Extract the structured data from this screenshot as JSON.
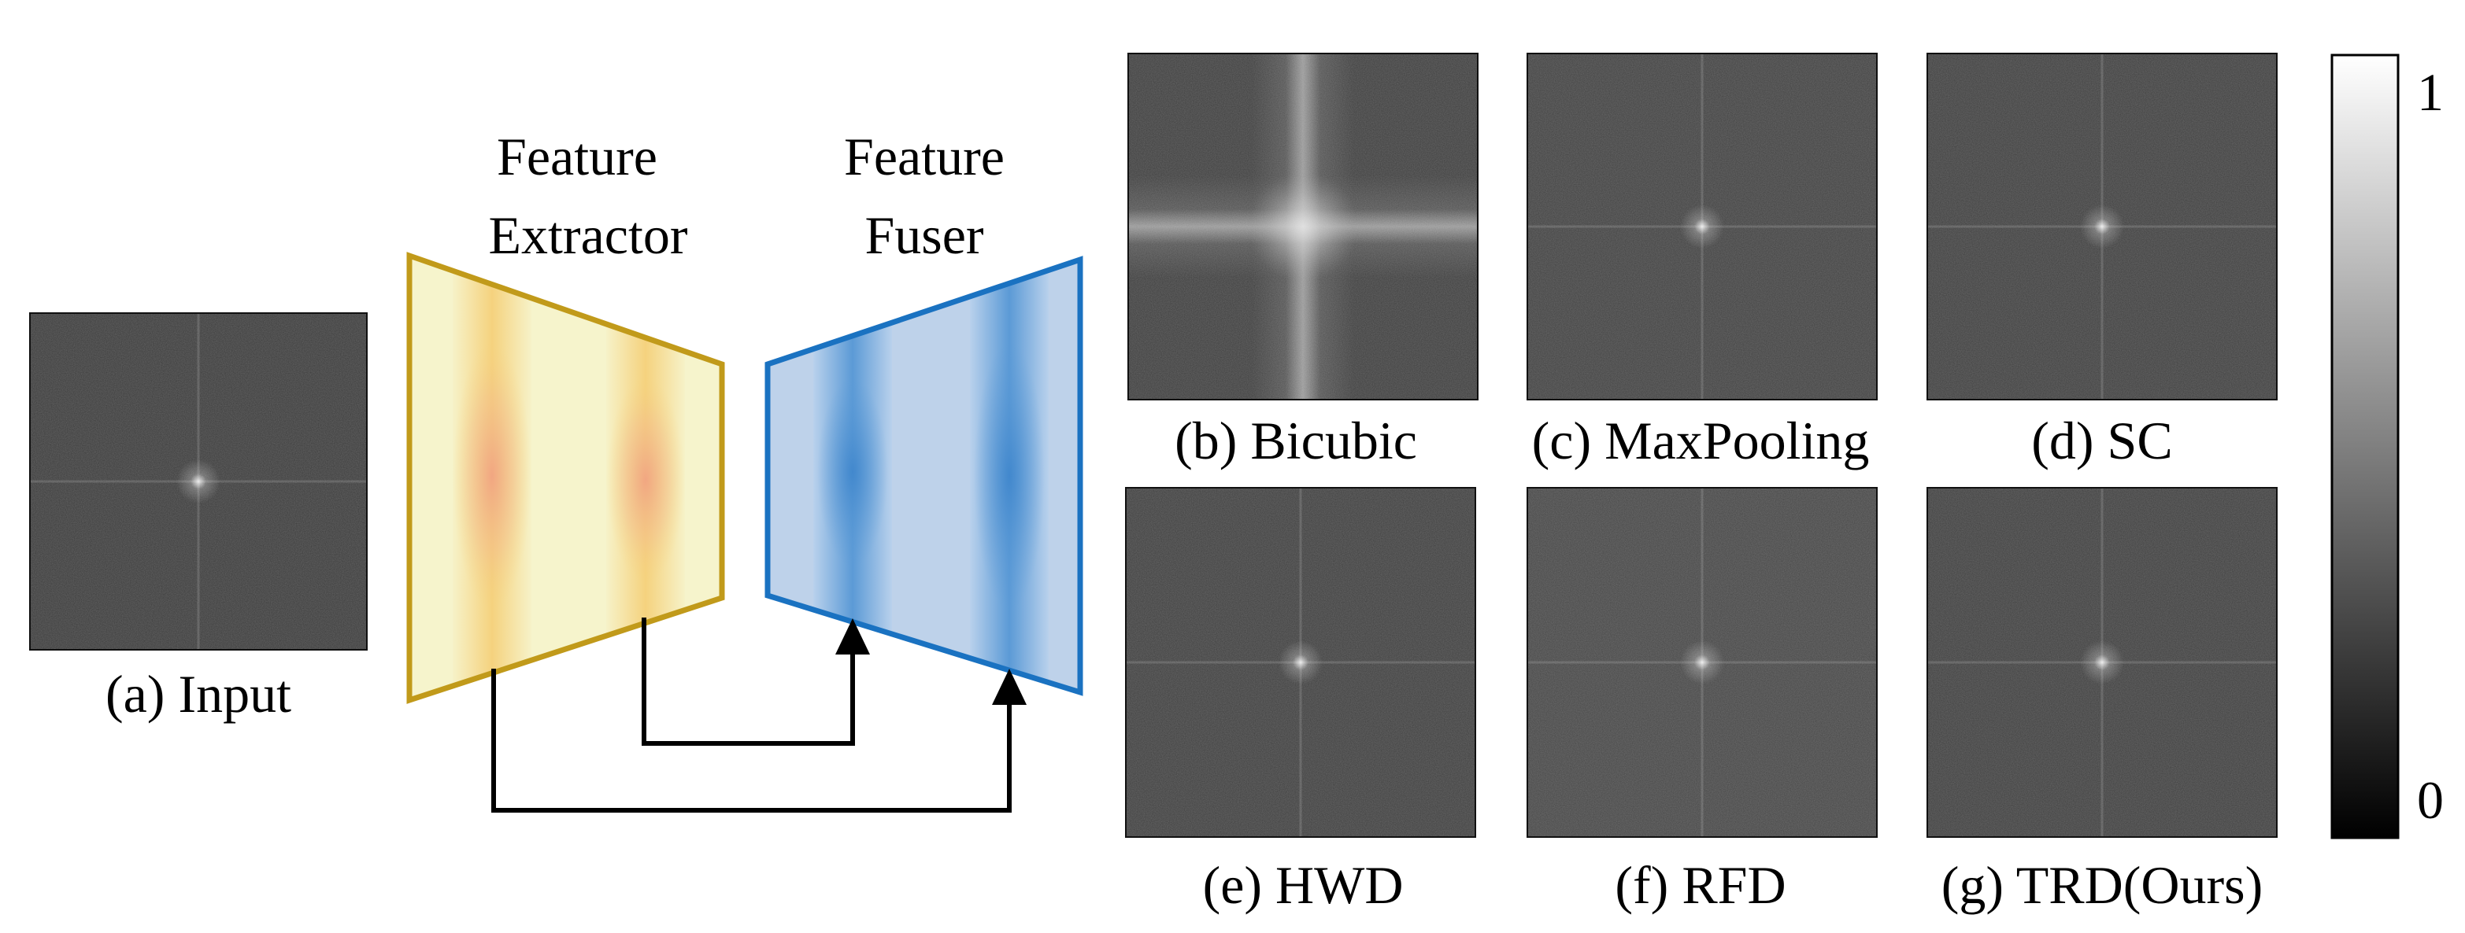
{
  "extractor": {
    "line1": "Feature",
    "line2": "Extractor",
    "color": "#c19a1a"
  },
  "fuser": {
    "line1": "Feature",
    "line2": "Fuser",
    "color": "#1a72c1"
  },
  "panels": [
    {
      "id": "a",
      "label": "(a) Input",
      "style": "input"
    },
    {
      "id": "b",
      "label": "(b) Bicubic",
      "style": "bicubic"
    },
    {
      "id": "c",
      "label": "(c) MaxPooling",
      "style": "maxpool"
    },
    {
      "id": "d",
      "label": "(d) SC",
      "style": "soft"
    },
    {
      "id": "e",
      "label": "(e) HWD",
      "style": "soft"
    },
    {
      "id": "f",
      "label": "(f) RFD",
      "style": "rfd"
    },
    {
      "id": "g",
      "label": "(g) TRD(Ours)",
      "style": "soft"
    }
  ],
  "colorbar": {
    "max_label": "1",
    "min_label": "0"
  }
}
